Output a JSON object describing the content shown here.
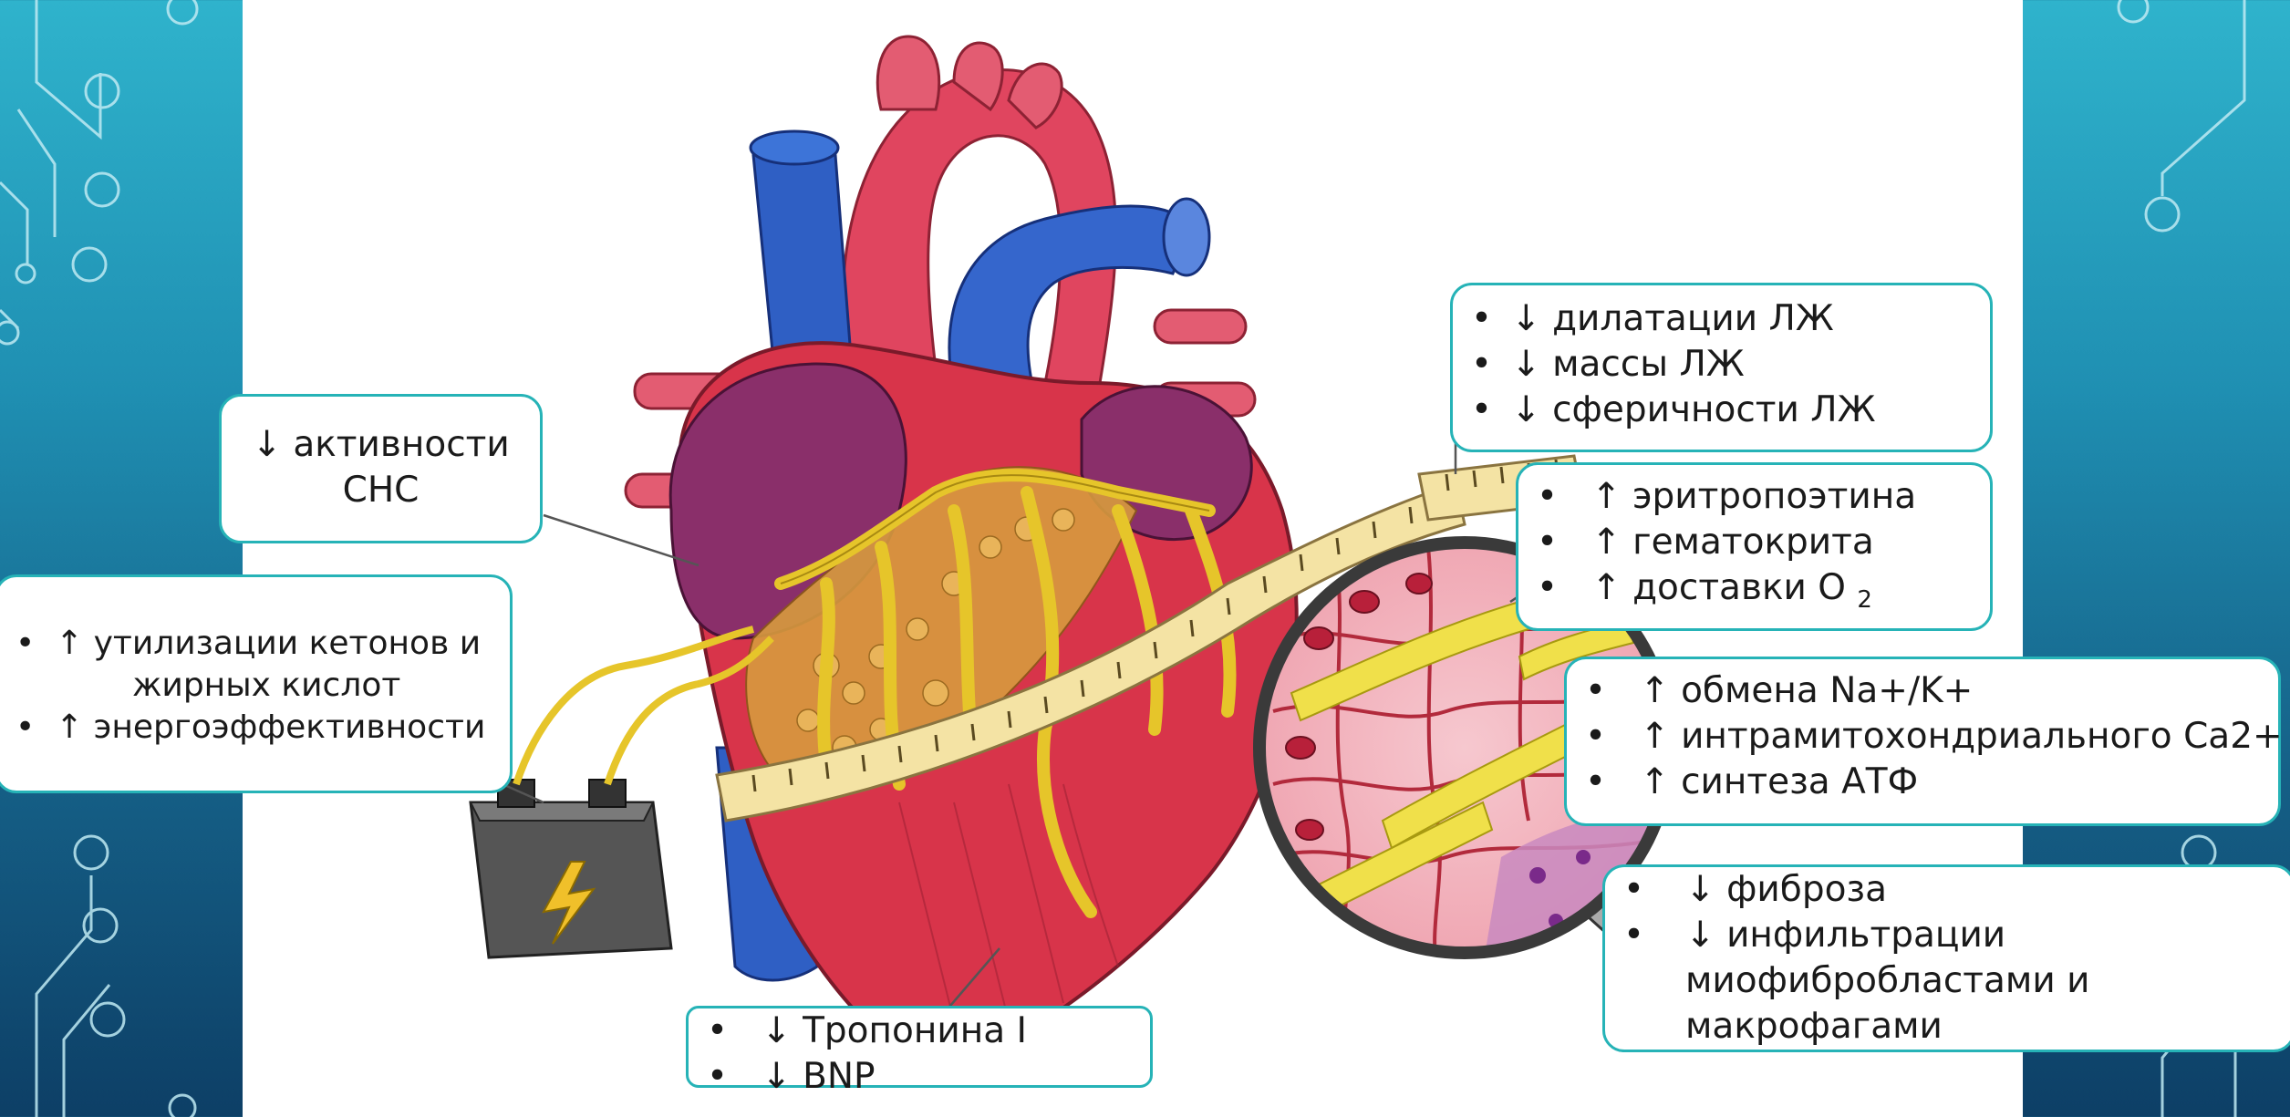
{
  "callouts": {
    "sns": {
      "lines": [
        "↓ активности",
        "СНС"
      ]
    },
    "energy": {
      "items": [
        "↑ утилизации кетонов и",
        "жирных кислот",
        "↑ энергоэффективности"
      ]
    },
    "lv": {
      "items": [
        "↓ дилатации ЛЖ",
        "↓ массы ЛЖ",
        "↓ сферичности ЛЖ"
      ]
    },
    "epo": {
      "items": [
        "↑ эритропоэтина",
        "↑ гематокрита",
        "↑ доставки О",
        "2"
      ]
    },
    "ion": {
      "items": [
        "↑ обмена Nа+/K+",
        "↑ интрамитохондриального Cа2+",
        "↑ синтеза АТФ"
      ]
    },
    "fibrosis": {
      "items": [
        "↓ фиброза",
        "↓ инфильтрации",
        "миофибробластами и",
        "макрофагами"
      ]
    },
    "markers": {
      "items": [
        "↓ Тропонина I",
        "↓ BNP"
      ]
    }
  },
  "colors": {
    "accent_border": "#26b3b7",
    "heart_red": "#d8344a",
    "vein_blue": "#2f5fc4",
    "vessel_yellow": "#f0d43a",
    "atrium_purple": "#8a2f6a"
  }
}
